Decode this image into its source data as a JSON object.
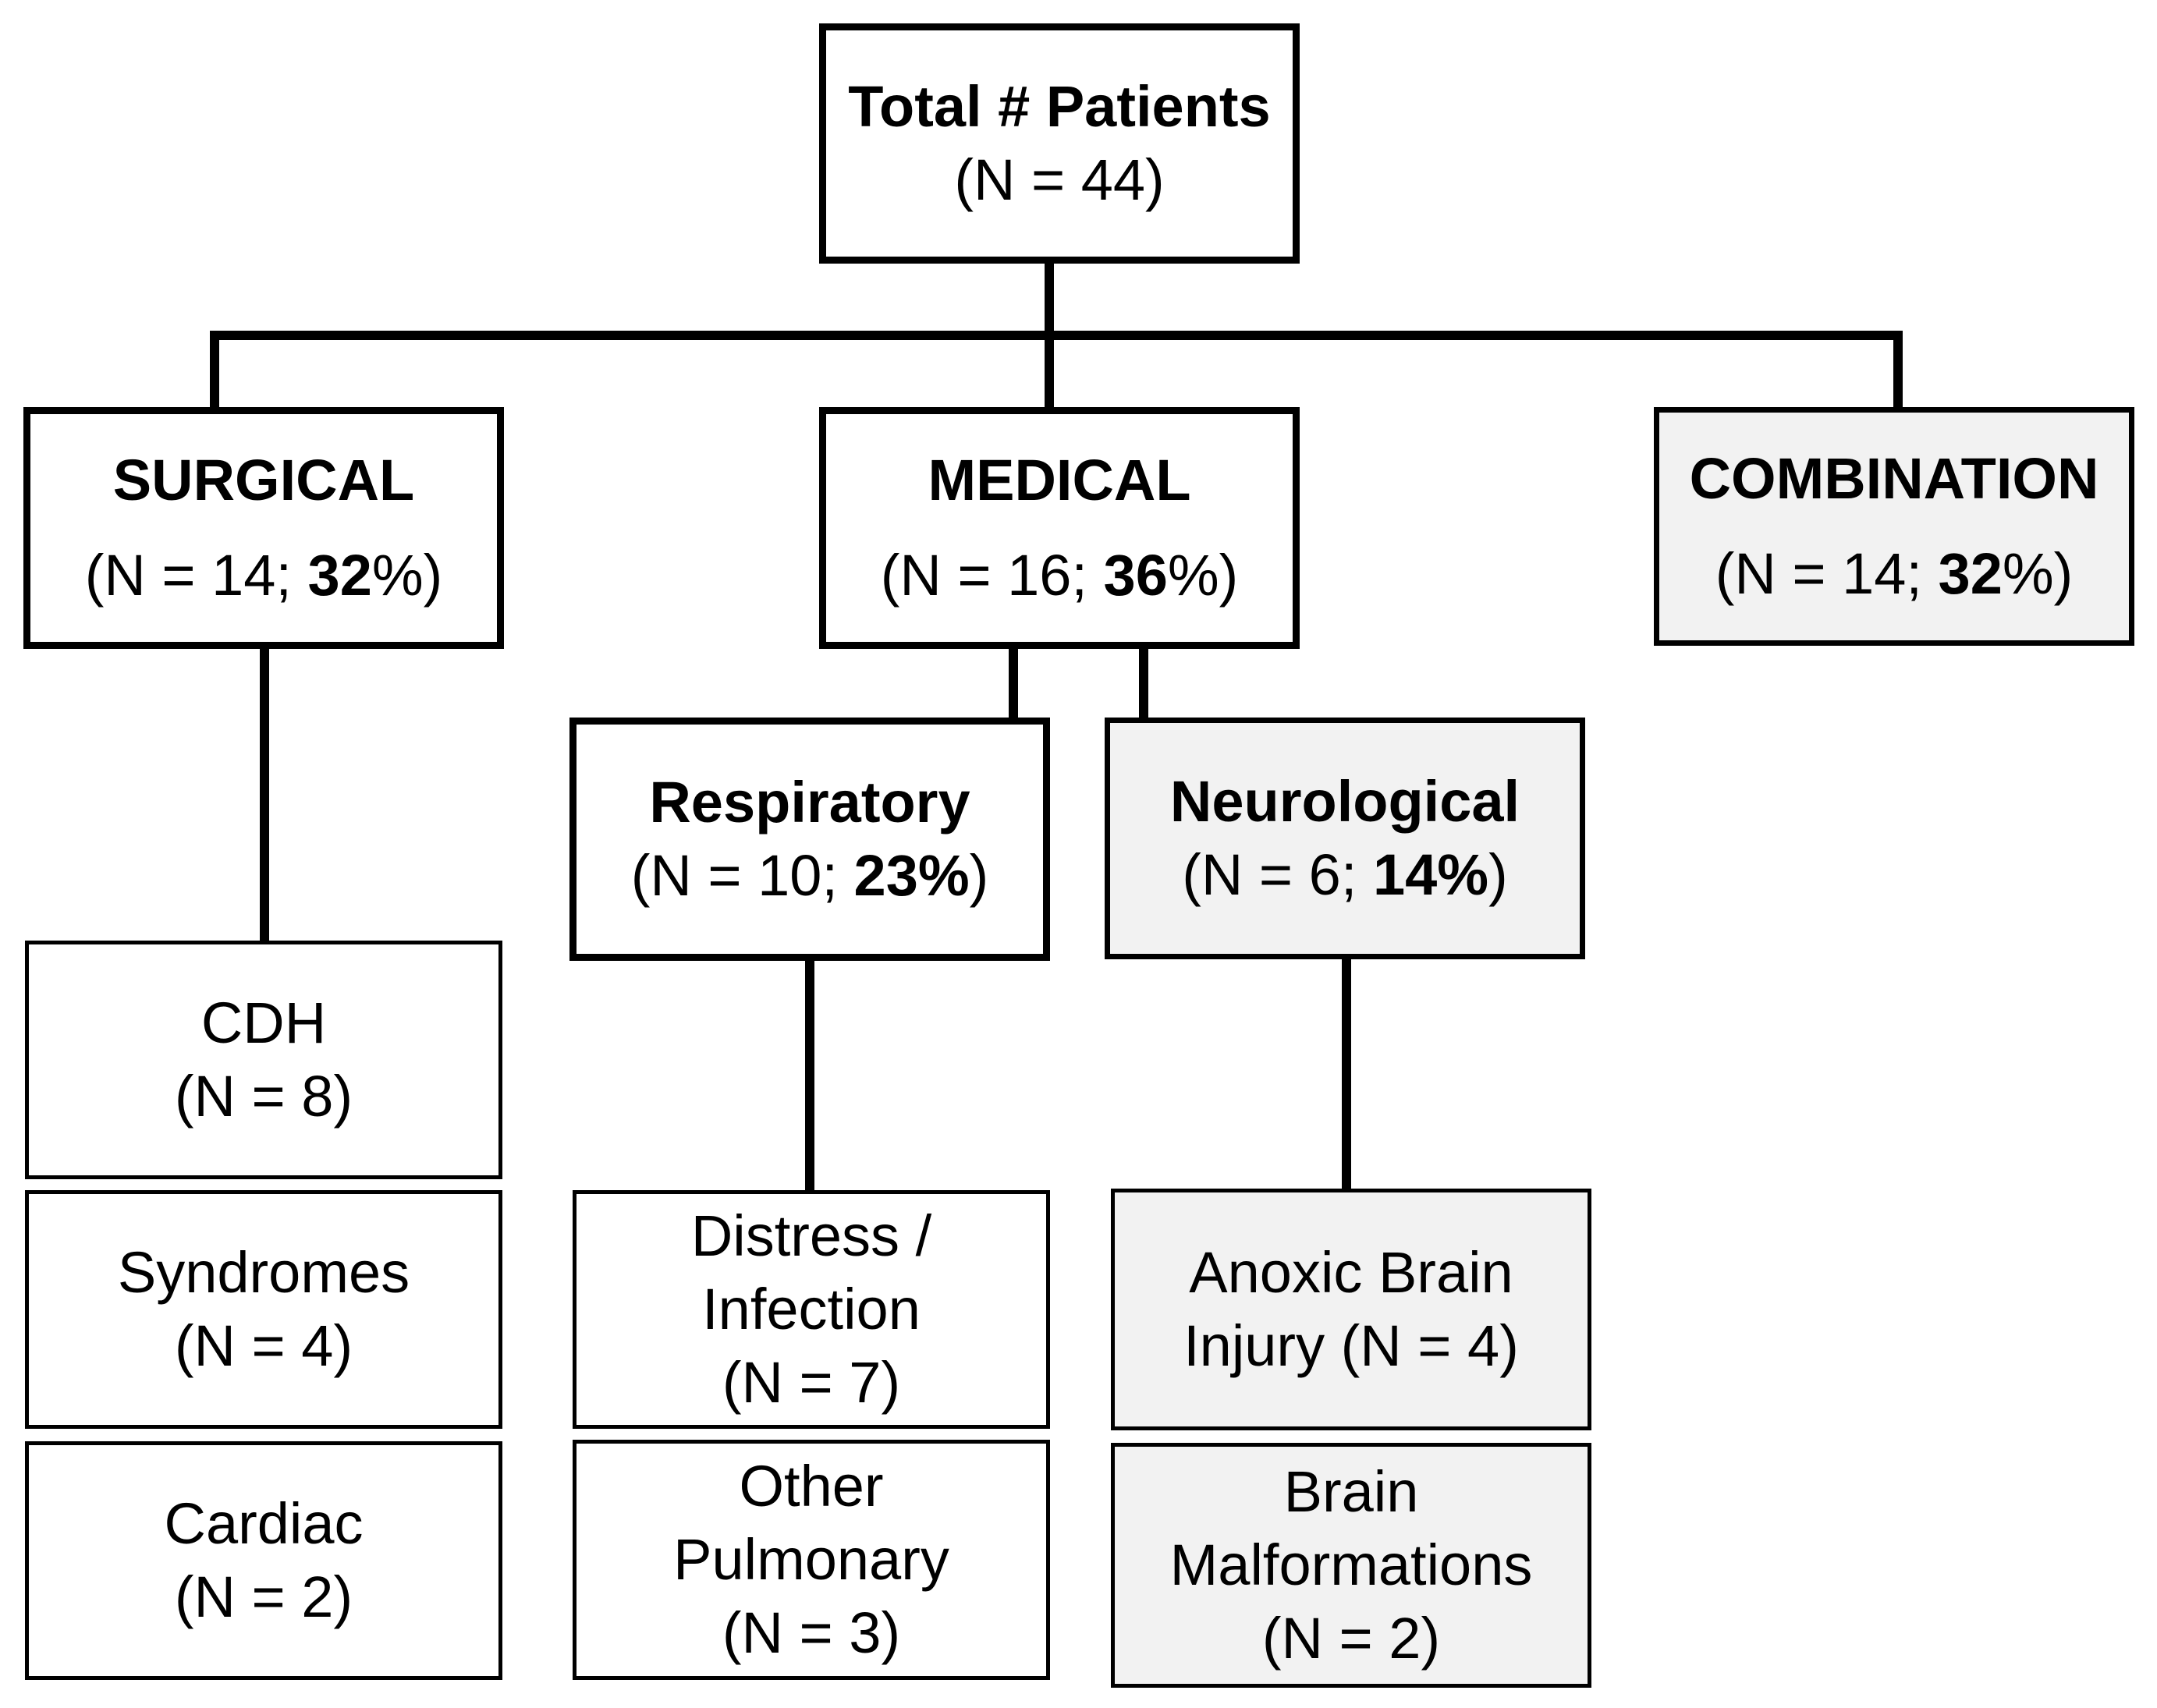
{
  "total": {
    "title": "Total # Patients",
    "count": "(N = 44)"
  },
  "surgical": {
    "title": "SURGICAL",
    "count_prefix": "(N = 14; ",
    "percent": "32",
    "count_suffix": "%)",
    "children": [
      {
        "lines": [
          "CDH",
          "(N = 8)"
        ]
      },
      {
        "lines": [
          "Syndromes",
          "(N = 4)"
        ]
      },
      {
        "lines": [
          "Cardiac",
          "(N = 2)"
        ]
      }
    ]
  },
  "medical": {
    "title": "MEDICAL",
    "count_prefix": "(N = 16; ",
    "percent": "36",
    "count_suffix": "%)",
    "respiratory": {
      "title": "Respiratory",
      "count_prefix": "(N = 10; ",
      "percent": "23%",
      "count_suffix": ")",
      "children": [
        {
          "lines": [
            "Distress /",
            "Infection",
            "(N = 7)"
          ]
        },
        {
          "lines": [
            "Other",
            "Pulmonary",
            "(N = 3)"
          ]
        }
      ]
    },
    "neurological": {
      "title": "Neurological",
      "count_prefix": "(N = 6; ",
      "percent": "14%",
      "count_suffix": ")",
      "children": [
        {
          "lines": [
            "Anoxic Brain",
            "Injury (N = 4)"
          ]
        },
        {
          "lines": [
            "Brain",
            "Malformations",
            "(N = 2)"
          ]
        }
      ]
    }
  },
  "combination": {
    "title": "COMBINATION",
    "count_prefix": "(N = 14; ",
    "percent": "32",
    "count_suffix": "%)"
  },
  "colors": {
    "border": "#000000",
    "shaded_fill": "#f2f2f2",
    "plain_fill": "#ffffff"
  }
}
